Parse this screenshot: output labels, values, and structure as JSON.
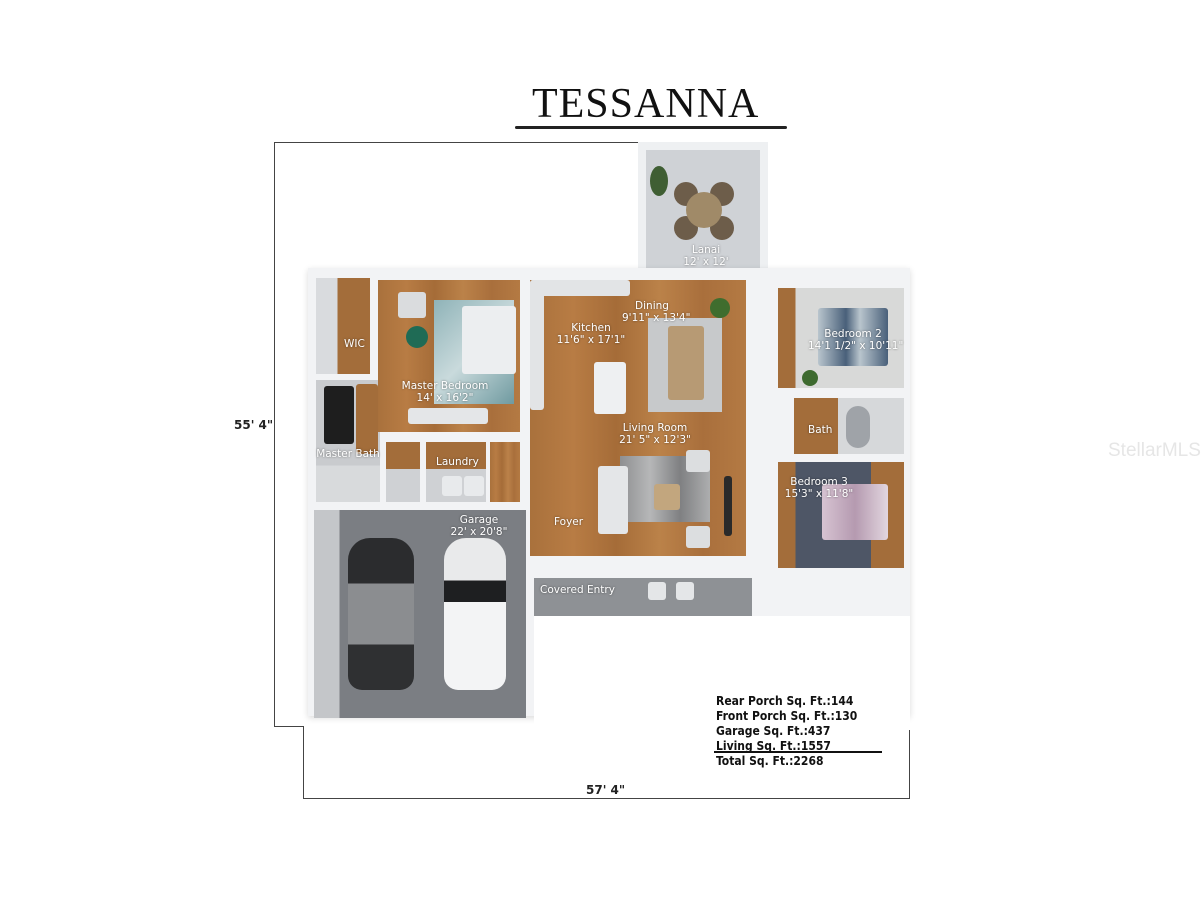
{
  "plan": {
    "title": "TESSANNA",
    "dimensions": {
      "height_label": "55' 4\"",
      "width_label": "57' 4\""
    },
    "rooms": [
      {
        "id": "lanai",
        "name": "Lanai",
        "size": "12' x 12'"
      },
      {
        "id": "kitchen",
        "name": "Kitchen",
        "size": "11'6\" x 17'1\""
      },
      {
        "id": "dining",
        "name": "Dining",
        "size": "9'11\" x 13'4\""
      },
      {
        "id": "wic",
        "name": "WIC",
        "size": ""
      },
      {
        "id": "master-bedroom",
        "name": "Master Bedroom",
        "size": "14' x 16'2\""
      },
      {
        "id": "master-bath",
        "name": "Master Bath",
        "size": ""
      },
      {
        "id": "laundry",
        "name": "Laundry",
        "size": ""
      },
      {
        "id": "living-room",
        "name": "Living Room",
        "size": "21' 5\" x 12'3\""
      },
      {
        "id": "foyer",
        "name": "Foyer",
        "size": ""
      },
      {
        "id": "bedroom-2",
        "name": "Bedroom 2",
        "size": "14'1 1/2\" x 10'11\""
      },
      {
        "id": "bath",
        "name": "Bath",
        "size": ""
      },
      {
        "id": "bedroom-3",
        "name": "Bedroom 3",
        "size": "15'3\" x 11'8\""
      },
      {
        "id": "garage",
        "name": "Garage",
        "size": "22' x 20'8\""
      },
      {
        "id": "covered-entry",
        "name": "Covered Entry",
        "size": ""
      }
    ],
    "area_summary": [
      {
        "label": "Rear Porch Sq. Ft.:",
        "value": "144"
      },
      {
        "label": "Front Porch Sq. Ft.:",
        "value": "130"
      },
      {
        "label": "Garage Sq. Ft.:",
        "value": "437"
      },
      {
        "label": "Living Sq. Ft.:",
        "value": "1557"
      },
      {
        "label": "Total Sq. Ft.:",
        "value": "2268"
      }
    ],
    "watermark": "StellarMLS"
  }
}
